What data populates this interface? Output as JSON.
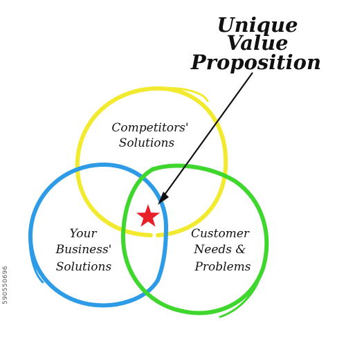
{
  "title": {
    "line1": "Unique",
    "line2": "Value",
    "line3": "Proposition"
  },
  "circles": {
    "top": {
      "line1": "Competitors'",
      "line2": "Solutions",
      "color": "#F2EA2E"
    },
    "left": {
      "line1": "Your",
      "line2": "Business'",
      "line3": "Solutions",
      "color": "#2E9BE6"
    },
    "right": {
      "line1": "Customer",
      "line2": "Needs &",
      "line3": "Problems",
      "color": "#3FD62E"
    }
  },
  "center_star_color": "#E8202A",
  "arrow_color": "#111111",
  "side_id": "590550696"
}
